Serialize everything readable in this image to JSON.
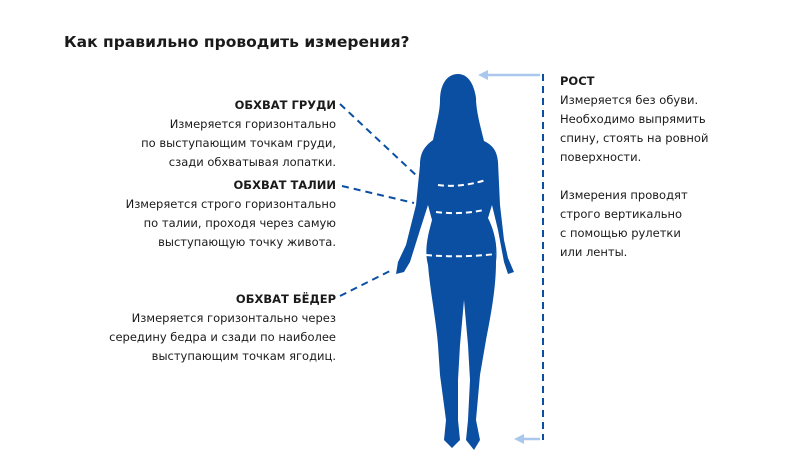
{
  "title": "Как правильно проводить измерения?",
  "colors": {
    "silhouette": "#0b4fa3",
    "arrow": "#a9c8ec",
    "dash": "#0b4fa3"
  },
  "chest": {
    "heading": "ОБХВАТ ГРУДИ",
    "text": "Измеряется горизонтально\nпо выступающим точкам груди,\nсзади обхватывая лопатки."
  },
  "waist": {
    "heading": "ОБХВАТ ТАЛИИ",
    "text": "Измеряется строго горизонтально\nпо талии, проходя через самую\nвыступающую точку живота."
  },
  "hips": {
    "heading": "ОБХВАТ БЁДЕР",
    "text": "Измеряется горизонтально через\nсередину бедра и сзади по наиболее\nвыступающим точкам ягодиц."
  },
  "height": {
    "heading": "РОСТ",
    "text1": "Измеряется без обуви.\nНеобходимо выпрямить\nспину, стоять на ровной\nповерхности.",
    "text2": "Измерения проводят\nстрого вертикально\nс помощью рулетки\nили ленты."
  }
}
